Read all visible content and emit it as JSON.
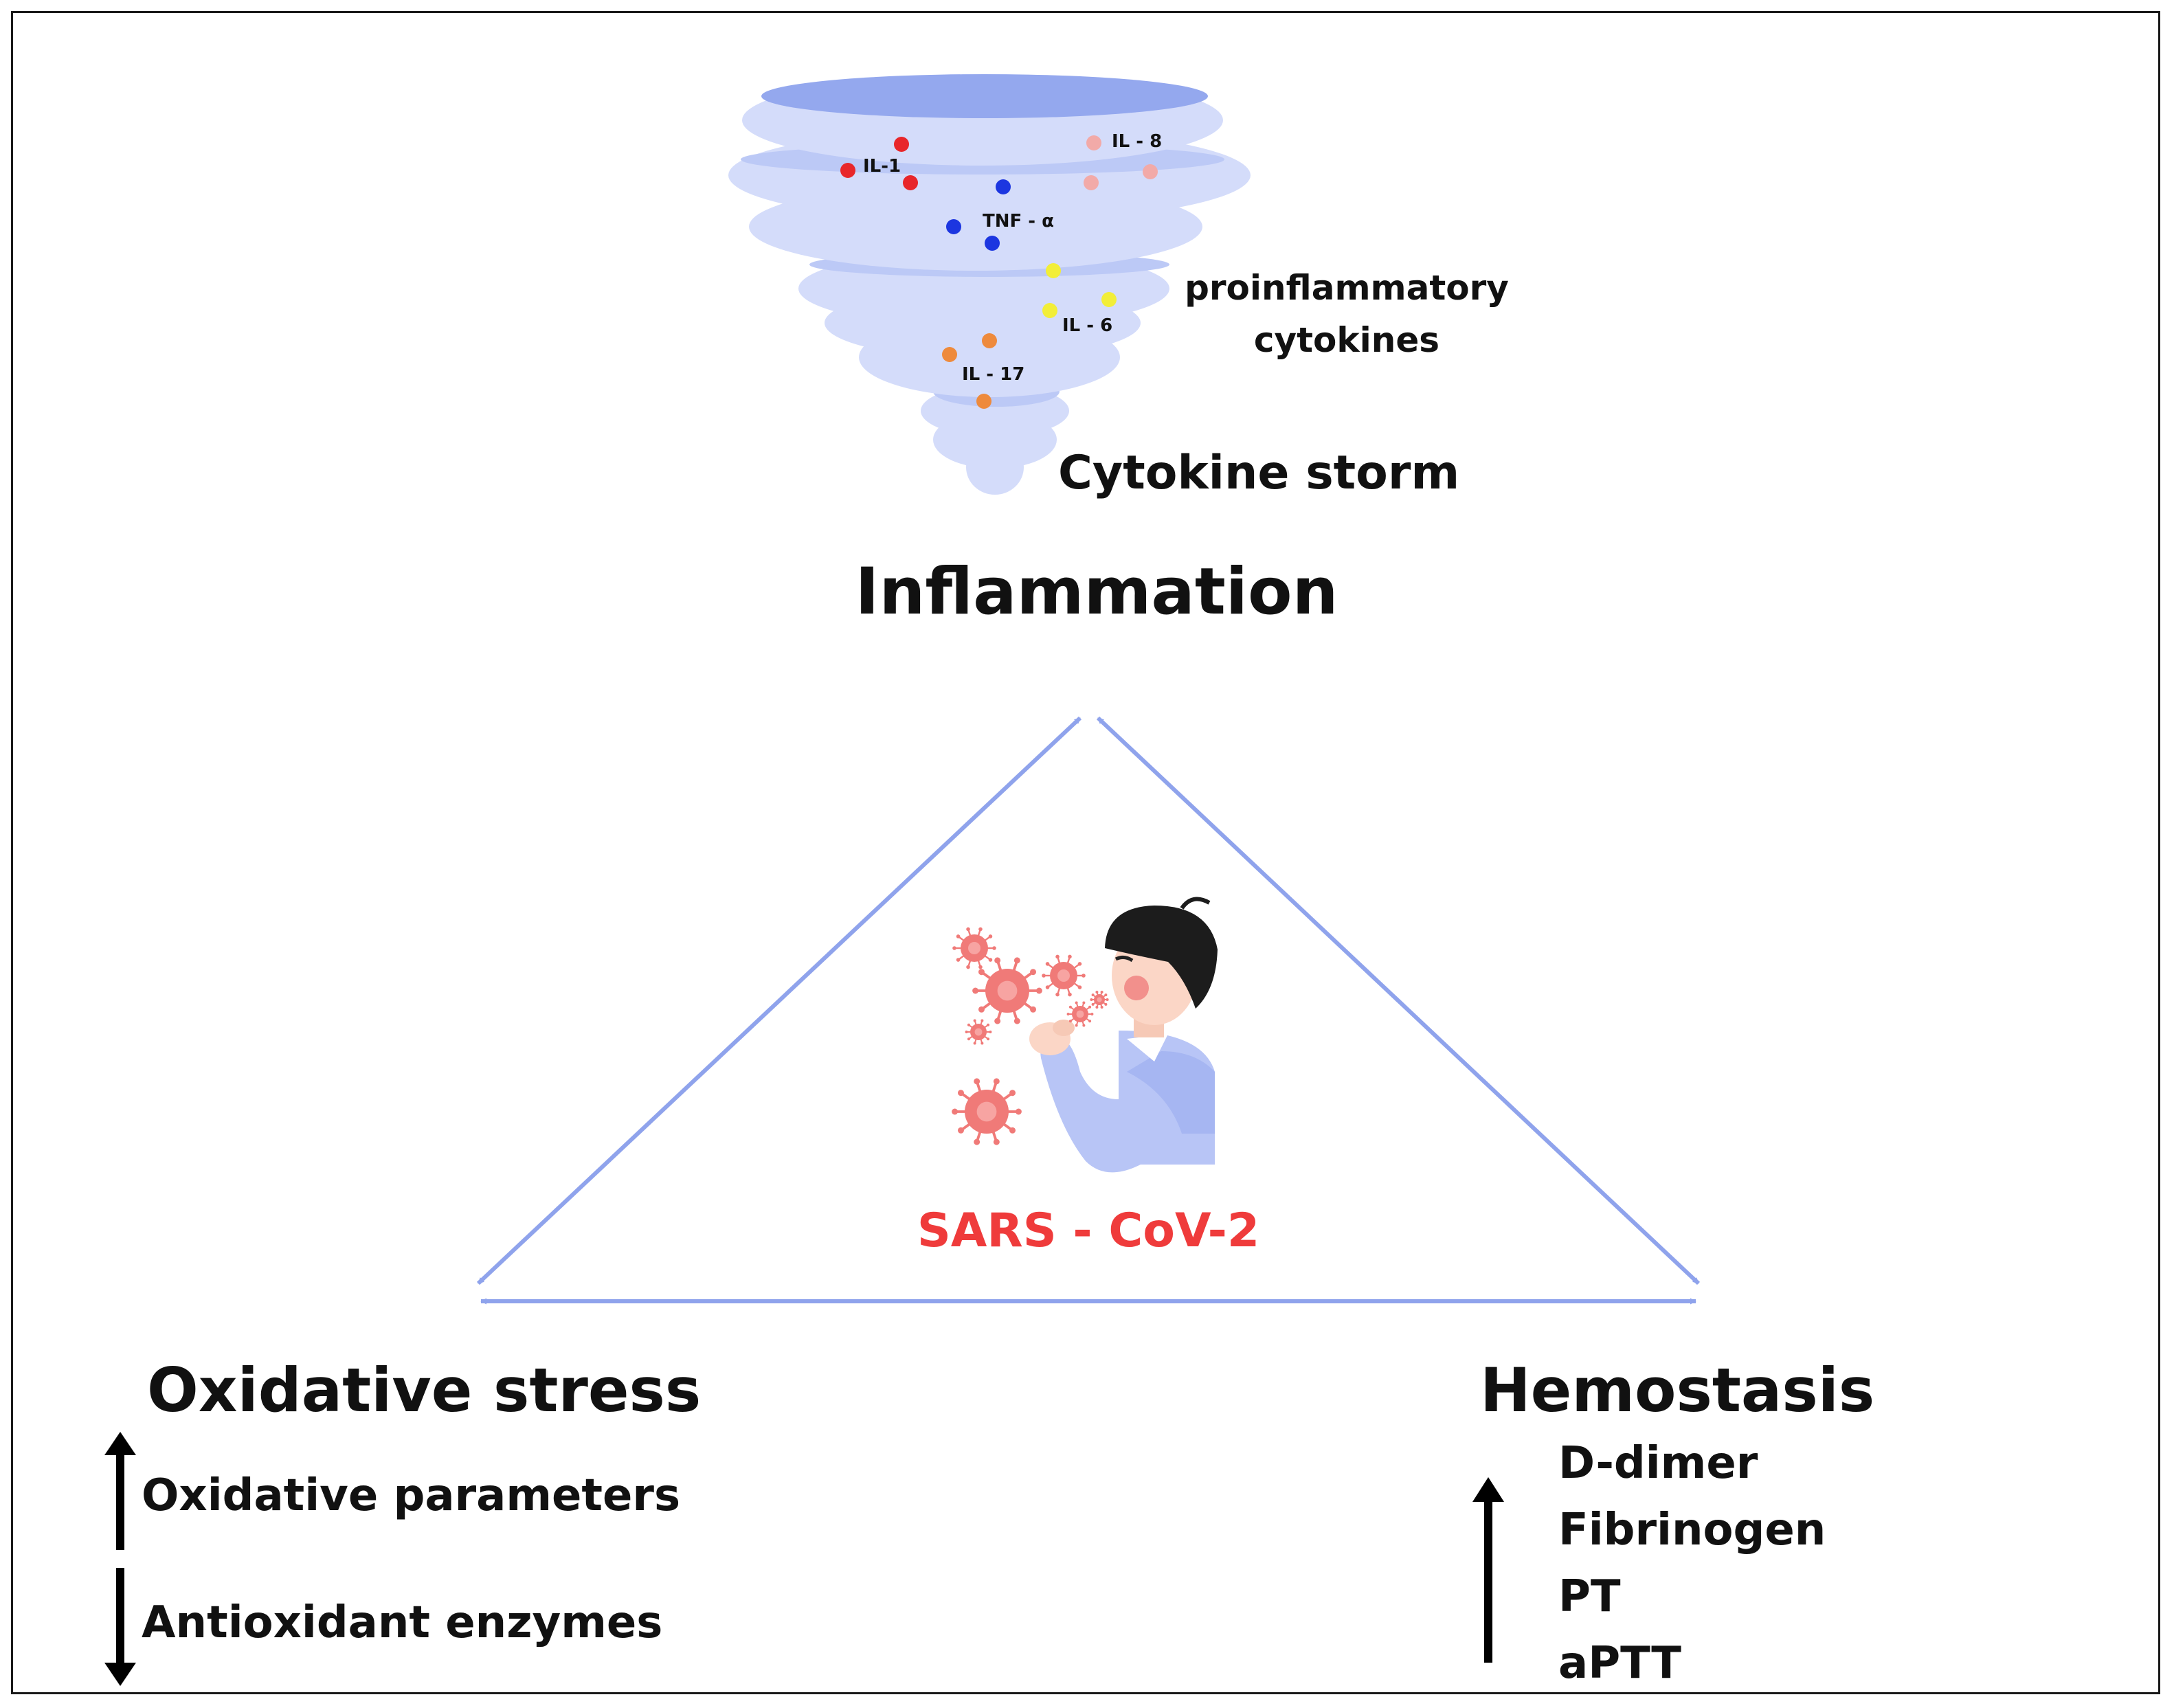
{
  "colors": {
    "arrow": "#8fa3ec",
    "tornado_light": "#d4dcfa",
    "tornado_mid": "#bcc9f6",
    "tornado_dark": "#94a8ee",
    "virus": "#f07a78",
    "sars_text": "#ef3b3b",
    "il1": "#e8262a",
    "tnf": "#1c36e0",
    "il8": "#f2aaa8",
    "il6": "#f2ee38",
    "il17": "#ee8a3c",
    "text": "#111111"
  },
  "icons": [
    "tornado-icon",
    "coughing-person-icon",
    "virus-icon",
    "arrow-up-icon",
    "arrow-down-icon"
  ],
  "cytokines": {
    "il1": "IL-1",
    "il8": "IL - 8",
    "tnf": "TNF - α",
    "il6": "IL - 6",
    "il17": "IL - 17"
  },
  "labels": {
    "proinflammatory_line1": "proinflammatory",
    "proinflammatory_line2": "cytokines",
    "cytokine_storm": "Cytokine storm",
    "inflammation": "Inflammation",
    "sars": "SARS - CoV-2",
    "oxidative_stress": "Oxidative stress",
    "oxidative_parameters": "Oxidative parameters",
    "antioxidant_enzymes": "Antioxidant enzymes",
    "hemostasis": "Hemostasis"
  },
  "hemostasis_items": [
    "D-dimer",
    "Fibrinogen",
    "PT",
    "aPTT"
  ]
}
